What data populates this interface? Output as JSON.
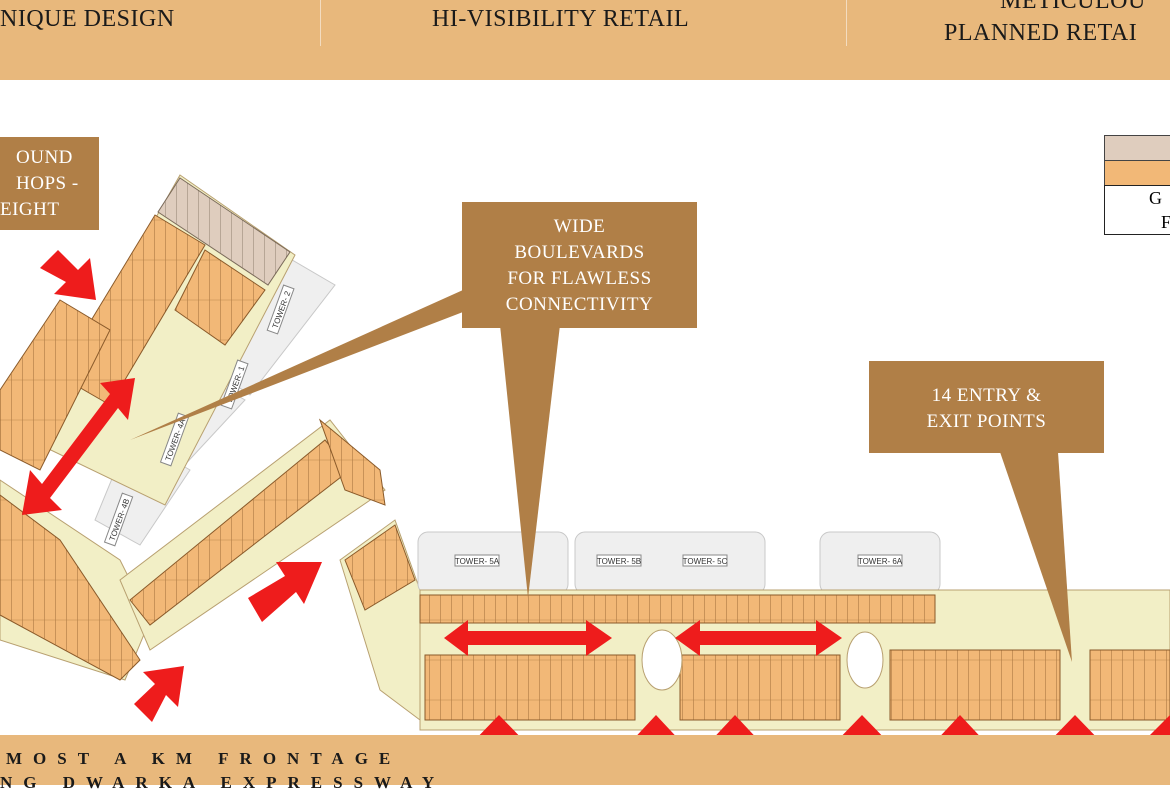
{
  "header": {
    "items": [
      {
        "label": "NIQUE DESIGN"
      },
      {
        "label": "HI-VISIBILITY RETAIL"
      },
      {
        "label_line1": "METICULOU",
        "label_line2": "PLANNED RETAI"
      }
    ]
  },
  "callouts": {
    "left_box": {
      "line1": "OUND",
      "line2": "HOPS -",
      "line3": "EIGHT"
    },
    "boulevards": {
      "line1": "WIDE",
      "line2": "BOULEVARDS",
      "line3": "FOR FLAWLESS",
      "line4": "CONNECTIVITY"
    },
    "entry_exit": {
      "line1": "14 ENTRY &",
      "line2": "EXIT POINTS"
    }
  },
  "legend": {
    "label1": "G",
    "label2": "F"
  },
  "towers": {
    "t1": "TOWER- 1",
    "t2": "TOWER- 2",
    "t4a": "TOWER- 4A",
    "t4b": "TOWER- 4B",
    "t5a": "TOWER- 5A",
    "t5b": "TOWER- 5B",
    "t5c": "TOWER- 5C",
    "t6a": "TOWER- 6A"
  },
  "footer": {
    "line1": "MOST A KM FRONTAGE",
    "line2": "NG DWARKA EXPRESSWAY"
  },
  "colors": {
    "band": "#E8B87C",
    "callout": "#B07F47",
    "shop": "#F2B877",
    "corridor": "#F2EFC6",
    "arrow": "#EE1C1C",
    "tower": "#EFEFEF",
    "legend_top": "#DFCDBE"
  }
}
